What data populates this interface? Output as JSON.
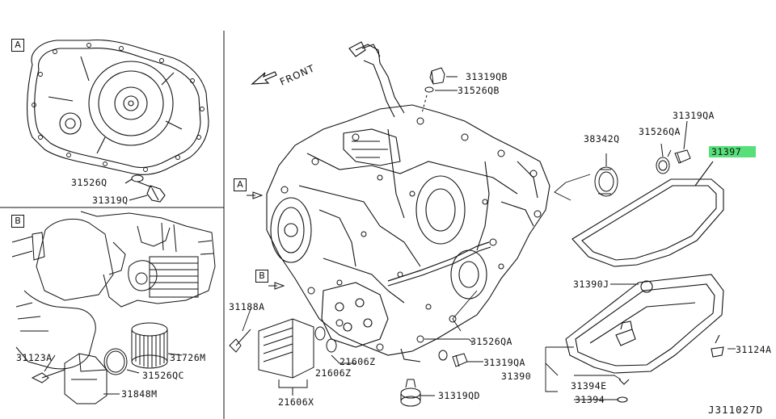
{
  "diagram": {
    "front_label": "FRONT",
    "diagram_code": "J311027D",
    "highlight_color": "#57e07a",
    "line_color": "#111111",
    "panels": {
      "A": {
        "tag": "A"
      },
      "B": {
        "tag": "B"
      }
    },
    "main_refs": {
      "A": "A",
      "B": "B"
    },
    "part_labels": {
      "p31319QB": "31319QB",
      "p31526QB": "31526QB",
      "p31319QA_top": "31319QA",
      "p38342Q": "38342Q",
      "p31526QA_top": "31526QA",
      "p31397": "31397",
      "p31390J": "31390J",
      "p31188A": "31188A",
      "p31526QA_bot": "31526QA",
      "p21606Z_a": "21606Z",
      "p31319QA_bot": "31319QA",
      "p31124A": "31124A",
      "p31390": "31390",
      "p21606Z_b": "21606Z",
      "p31394E": "31394E",
      "p21606X": "21606X",
      "p31319QD": "31319QD",
      "p31394": "31394",
      "p31526Q": "31526Q",
      "p31319Q": "31319Q",
      "p31726M": "31726M",
      "p31123A": "31123A",
      "p31526QC": "31526QC",
      "p31848M": "31848M"
    }
  }
}
